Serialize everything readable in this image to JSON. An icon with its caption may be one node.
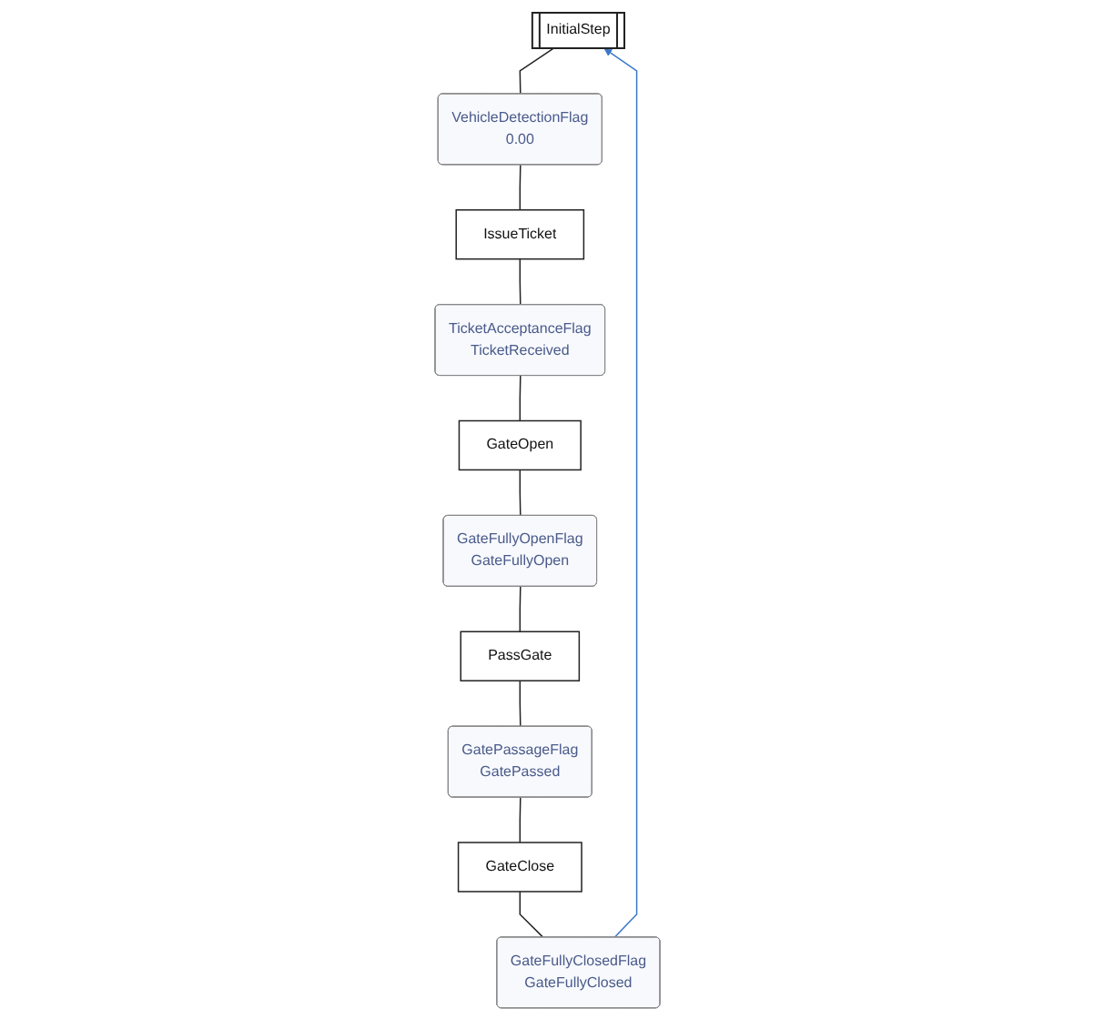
{
  "diagram": {
    "nodes": [
      {
        "text": [
          "InitialStep"
        ]
      },
      {
        "text": [
          "VehicleDetectionFlag",
          "0.00"
        ]
      },
      {
        "text": [
          "IssueTicket"
        ]
      },
      {
        "text": [
          "TicketAcceptanceFlag",
          "TicketReceived"
        ]
      },
      {
        "text": [
          "GateOpen"
        ]
      },
      {
        "text": [
          "GateFullyOpenFlag",
          "GateFullyOpen"
        ]
      },
      {
        "text": [
          "PassGate"
        ]
      },
      {
        "text": [
          "GatePassageFlag",
          "GatePassed"
        ]
      },
      {
        "text": [
          "GateClose"
        ]
      },
      {
        "text": [
          "GateFullyClosedFlag",
          "GateFullyClosed"
        ]
      }
    ],
    "edges": [
      {
        "from": 0,
        "to": 1,
        "arrow": "none"
      },
      {
        "from": 1,
        "to": 2,
        "arrow": "none"
      },
      {
        "from": 2,
        "to": 3,
        "arrow": "none"
      },
      {
        "from": 3,
        "to": 4,
        "arrow": "none"
      },
      {
        "from": 4,
        "to": 5,
        "arrow": "none"
      },
      {
        "from": 5,
        "to": 6,
        "arrow": "none"
      },
      {
        "from": 6,
        "to": 7,
        "arrow": "none"
      },
      {
        "from": 7,
        "to": 8,
        "arrow": "none"
      },
      {
        "from": 8,
        "to": 9,
        "arrow": "none"
      },
      {
        "from": 9,
        "to": 0,
        "arrow": "to",
        "color": "#3a78c8"
      }
    ]
  }
}
